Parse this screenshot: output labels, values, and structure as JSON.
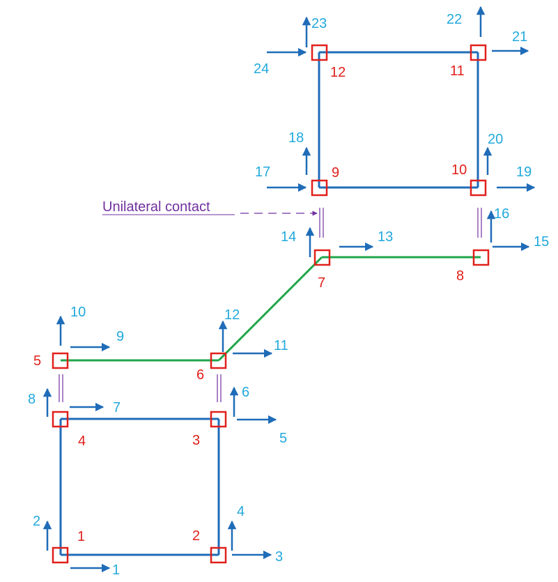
{
  "colors": {
    "frame": "#1f6cb8",
    "link": "#1fa64a",
    "node": "#e0201b",
    "dof": "#22a9dc",
    "contact": "#7030a0"
  },
  "annotation": {
    "contact_text": "Unilateral contact"
  },
  "nodes": [
    "1",
    "2",
    "3",
    "4",
    "5",
    "6",
    "7",
    "8",
    "9",
    "10",
    "11",
    "12"
  ],
  "dofs": [
    "1",
    "2",
    "3",
    "4",
    "5",
    "6",
    "7",
    "8",
    "9",
    "10",
    "11",
    "12",
    "13",
    "14",
    "15",
    "16",
    "17",
    "18",
    "19",
    "20",
    "21",
    "22",
    "23",
    "24"
  ]
}
